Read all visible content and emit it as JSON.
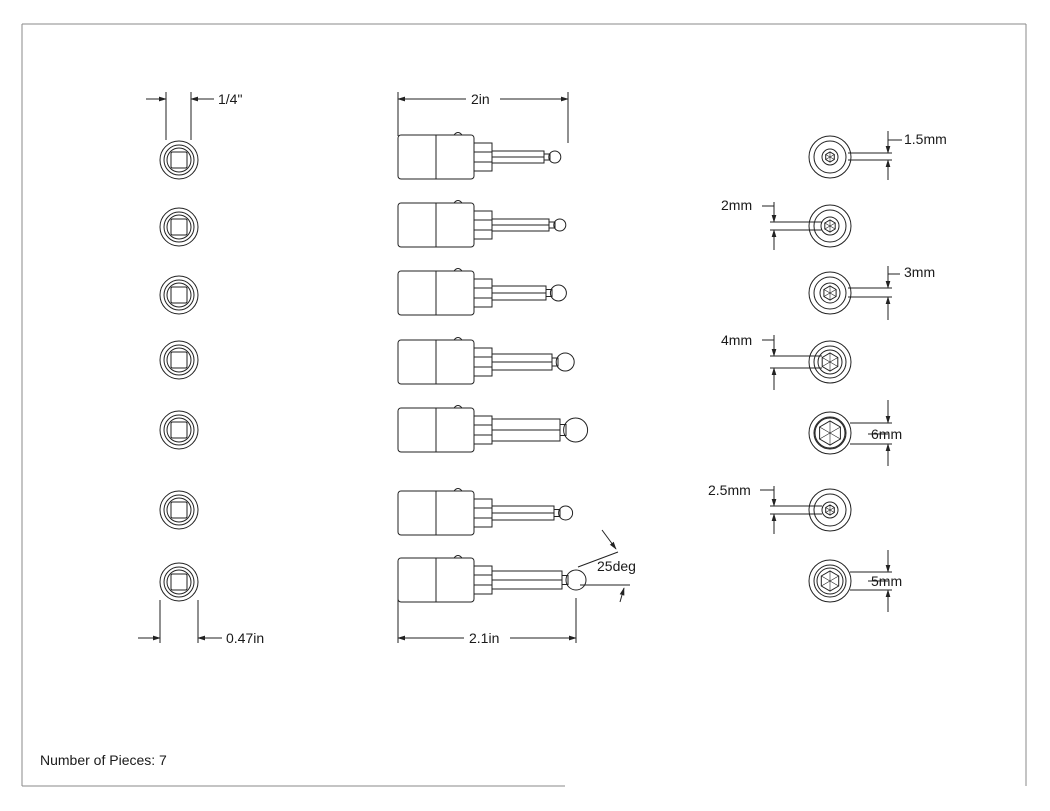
{
  "dimensions": {
    "top_width": "1/4\"",
    "bottom_width": "0.47in",
    "side_top_length": "2in",
    "side_bottom_length": "2.1in",
    "ball_angle": "25deg",
    "tip_sizes": [
      "1.5mm",
      "2mm",
      "3mm",
      "4mm",
      "6mm",
      "2.5mm",
      "5mm"
    ]
  },
  "footer": {
    "pieces": "Number of Pieces: 7"
  }
}
